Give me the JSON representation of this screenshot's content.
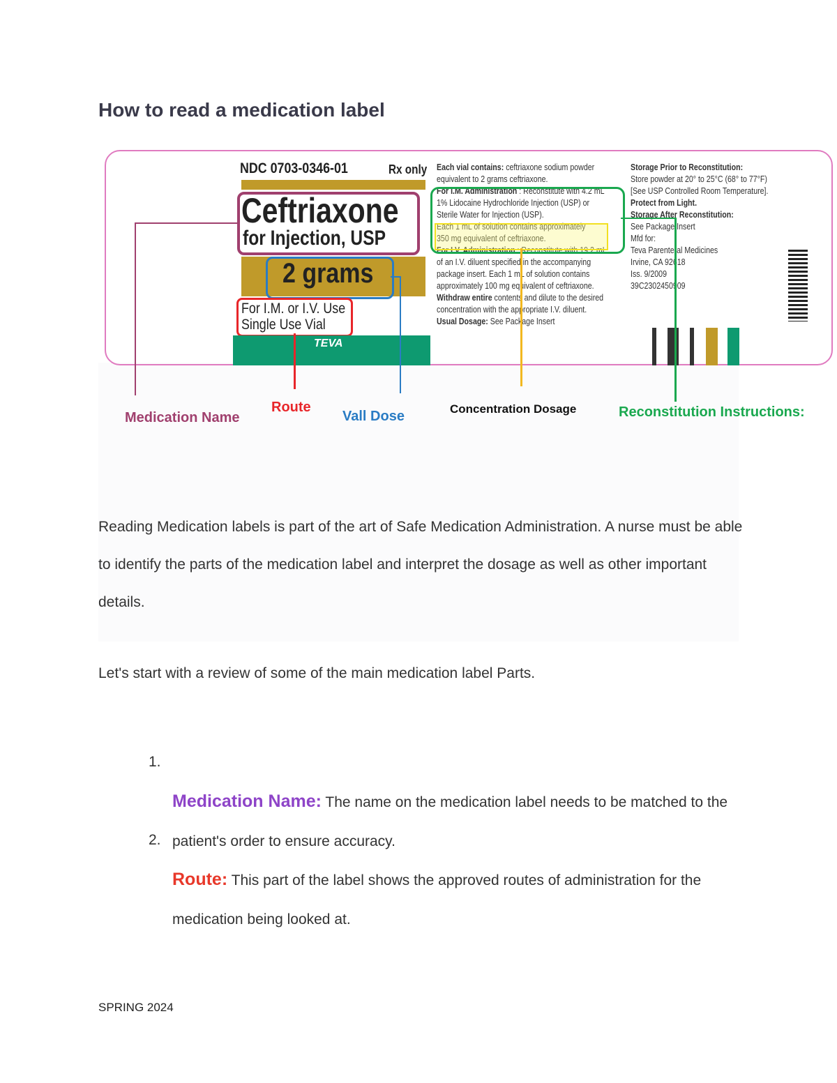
{
  "title": "How to read a medication label",
  "label": {
    "ndc": "NDC 0703-0346-01",
    "rx": "Rx only",
    "name": "Ceftriaxone",
    "subtitle": "for Injection, USP",
    "dose": "2 grams",
    "route1": "For I.M. or I.V. Use",
    "route2": "Single Use Vial",
    "brand": "TEVA",
    "mid": [
      {
        "bold": "Each vial contains:",
        "text": " ceftriaxone sodium powder"
      },
      {
        "bold": "",
        "text": "equivalent to 2 grams ceftriaxone."
      },
      {
        "bold": "For I.M. Administration",
        "text": " : Reconstitute with 4.2 mL"
      },
      {
        "bold": "",
        "text": "1% Lidocaine Hydrochloride Injection (USP) or"
      },
      {
        "bold": "",
        "text": "Sterile Water for Injection (USP)."
      },
      {
        "bold": "",
        "text": "Each 1 mL of solution contains approximately"
      },
      {
        "bold": "",
        "text": "350 mg equivalent of ceftriaxone."
      },
      {
        "bold": "For I.V. Administration",
        "text": " : Reconstitute with 19.2 mL"
      },
      {
        "bold": "",
        "text": "of an I.V. diluent specified in the accompanying"
      },
      {
        "bold": "",
        "text": "package insert. Each 1 mL of solution contains"
      },
      {
        "bold": "",
        "text": "approximately 100 mg equivalent of ceftriaxone."
      },
      {
        "bold": "Withdraw entire",
        "text": " contents and dilute to the desired"
      },
      {
        "bold": "",
        "text": "concentration with the appropriate I.V. diluent."
      },
      {
        "bold": "Usual Dosage:",
        "text": " See Package Insert"
      }
    ],
    "right": [
      {
        "bold": "Storage Prior to Reconstitution:",
        "text": ""
      },
      {
        "bold": "",
        "text": "Store powder at 20° to 25°C (68° to 77°F)"
      },
      {
        "bold": "",
        "text": "[See USP Controlled Room Temperature]."
      },
      {
        "bold": "Protect from Light.",
        "text": ""
      },
      {
        "bold": "Storage After Reconstitution:",
        "text": ""
      },
      {
        "bold": "",
        "text": "See Package Insert"
      },
      {
        "bold": "",
        "text": "Mfd for:"
      },
      {
        "bold": "",
        "text": "Teva Parenteral Medicines"
      },
      {
        "bold": "",
        "text": "Irvine, CA 92618"
      },
      {
        "bold": "",
        "text": "Iss. 9/2009"
      },
      {
        "bold": "",
        "text": "39C2302450909"
      }
    ]
  },
  "callouts": {
    "name": "Medication Name",
    "route": "Route",
    "dose": "Vall Dose",
    "concentration": "Concentration Dosage",
    "reconstitution": "Reconstitution Instructions:"
  },
  "colors": {
    "name": "#a0406e",
    "route": "#e8262a",
    "dose": "#2a7cc4",
    "conc": "#f2b820",
    "recon": "#1aa84f",
    "teva": "#0e9a70",
    "gold": "#c09a2a"
  },
  "paragraph1": "Reading Medication labels is part of the art of Safe Medication Administration. A nurse must be able to identify the parts of the medication label and interpret the dosage as well as other important details.",
  "paragraph2": "Let's start with a review of some of the main medication label Parts.",
  "list": [
    {
      "num": "1.",
      "term": "Medication Name:",
      "text": " The name on the medication label needs to be matched to the patient's order to ensure accuracy."
    },
    {
      "num": "2.",
      "term": "Route:",
      "text": " This part of the label shows the approved routes of administration for the medication being looked at."
    }
  ],
  "footer": "SPRING 2024"
}
